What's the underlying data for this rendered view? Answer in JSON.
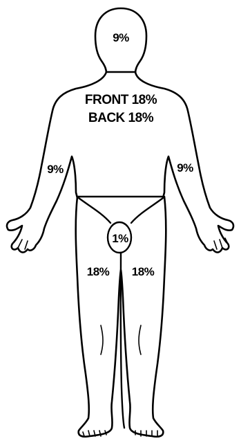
{
  "diagram": {
    "regions": {
      "head": "9%",
      "trunk_front": "FRONT 18%",
      "trunk_back": "BACK 18%",
      "arm_right": "9%",
      "arm_left": "9%",
      "perineum": "1%",
      "leg_right": "18%",
      "leg_left": "18%"
    },
    "colors": {
      "ink": "#000000",
      "paper": "#ffffff"
    }
  }
}
